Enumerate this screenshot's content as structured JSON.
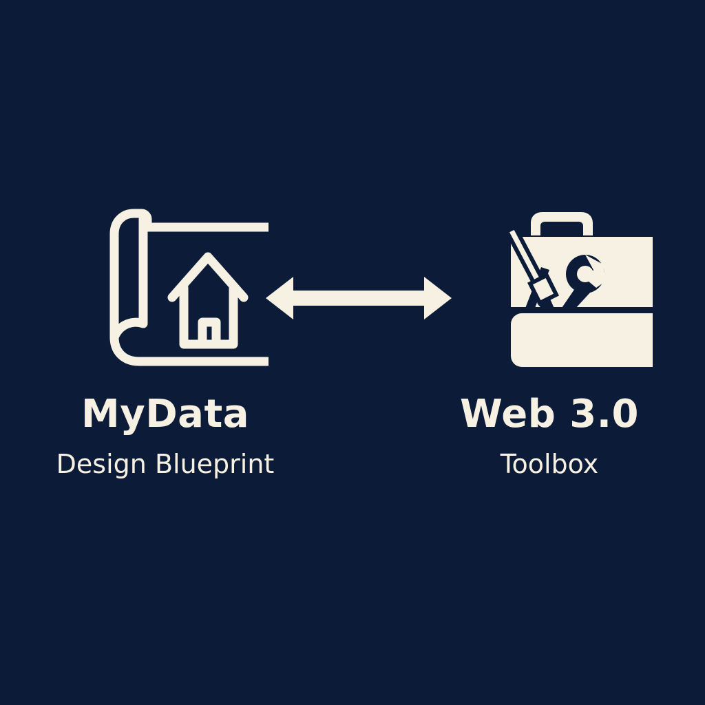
{
  "colors": {
    "background": "#0c1c38",
    "foreground": "#f7f1e3"
  },
  "left": {
    "icon": "blueprint-house-icon",
    "title": "MyData",
    "subtitle": "Design Blueprint"
  },
  "right": {
    "icon": "toolbox-icon",
    "title": "Web 3.0",
    "subtitle": "Toolbox"
  },
  "connector": {
    "icon": "double-arrow-icon"
  }
}
